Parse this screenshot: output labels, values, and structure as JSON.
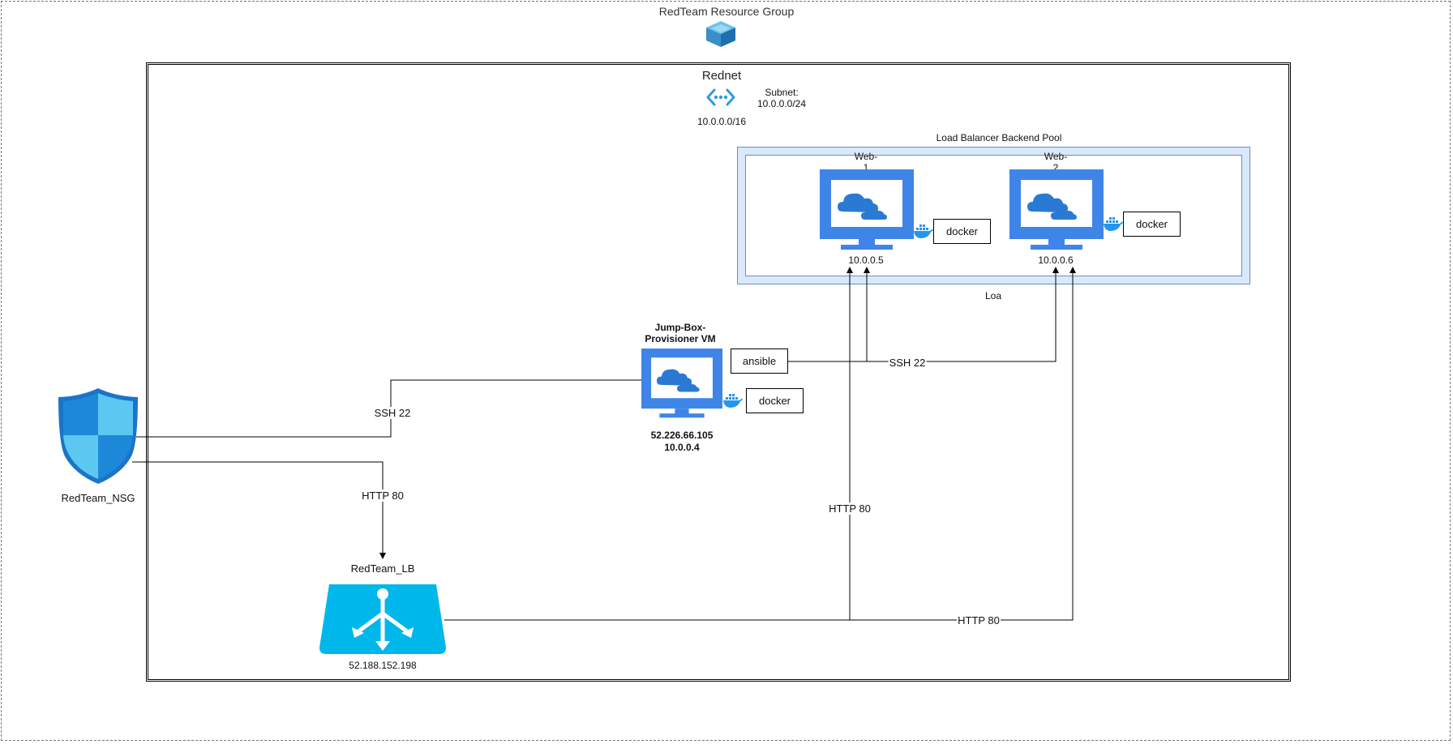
{
  "resource_group": {
    "label": "RedTeam Resource Group",
    "icon": "resource-group-cube-icon"
  },
  "vnet": {
    "label": "Rednet",
    "address": "10.0.0.0/16",
    "subnet": "Subnet:\n10.0.0.0/24",
    "icon": "virtual-network-icon"
  },
  "backend_pool": {
    "label": "Load Balancer Backend Pool",
    "sub_label": "Loa"
  },
  "web1": {
    "name": "Web-\n1",
    "ip": "10.0.0.5",
    "container": "docker"
  },
  "web2": {
    "name": "Web-\n2",
    "ip": "10.0.0.6",
    "container": "docker"
  },
  "jumpbox": {
    "name": "Jump-Box-\nProvisioner VM",
    "ips": "52.226.66.105\n10.0.0.4",
    "container": "docker",
    "provisioner": "ansible"
  },
  "nsg": {
    "label": "RedTeam_NSG",
    "icon": "network-security-group-shield-icon"
  },
  "lb": {
    "label": "RedTeam_LB",
    "ip": "52.188.152.198",
    "icon": "load-balancer-icon"
  },
  "edges": {
    "nsg_to_jumpbox": "SSH 22",
    "nsg_to_lb": "HTTP 80",
    "ansible_to_webs": "SSH 22",
    "lb_to_web1": "HTTP 80",
    "lb_to_web2": "HTTP 80"
  },
  "colors": {
    "vm_blue": "#3F85E8",
    "cloud_blue": "#1F78D1",
    "azure_cyan": "#00B7EB",
    "pool_fill": "#DAE8FC",
    "pool_border": "#6C8EBF",
    "docker_blue": "#2496ED"
  }
}
